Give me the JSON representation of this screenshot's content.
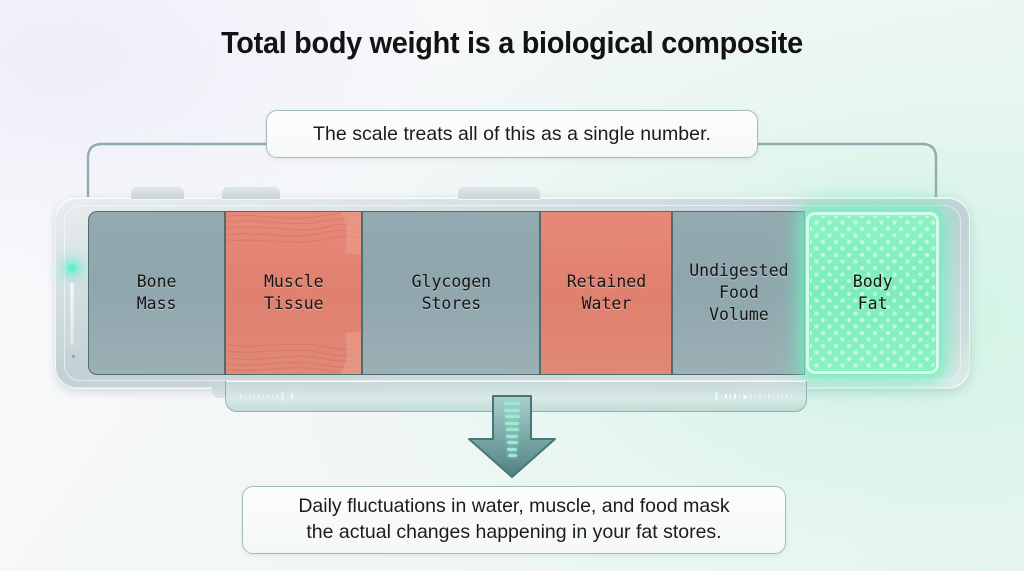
{
  "title": "Total body weight is a biological composite",
  "top_callout": {
    "text": "The scale treats all of this as a single number."
  },
  "bottom_callout": {
    "text": "Daily fluctuations in water, muscle, and food mask\nthe actual changes happening in your fat stores."
  },
  "colors": {
    "slate": "#8fa6ad",
    "salmon": "#e0806f",
    "mint": "#7ceebb",
    "outline": "#4f6d6d",
    "callout_border": "#9fbcbb",
    "title_text": "#131313",
    "device_frame": "#c3d1d5",
    "arrow_fill": "#6f9d9b",
    "led": "#5ff0d0"
  },
  "chart_data": {
    "type": "bar",
    "orientation": "horizontal-stacked",
    "title": "Total body weight is a biological composite",
    "categories": [
      "Bone Mass",
      "Muscle Tissue",
      "Glycogen Stores",
      "Retained Water",
      "Undigested Food Volume",
      "Body Fat"
    ],
    "values": [
      16.1,
      16.1,
      20.9,
      15.5,
      15.6,
      15.8
    ],
    "value_units": "percent of bar width",
    "colors": [
      "#8fa6ad",
      "#e0806f",
      "#8fa6ad",
      "#e0806f",
      "#8fa6ad",
      "#7ceebb"
    ],
    "highlighted": "Body Fat",
    "xlabel": "",
    "ylabel": "",
    "legend": "none",
    "grid": false
  },
  "segments": [
    {
      "label": "Bone\nMass",
      "style": "slate",
      "width_pct": 16.1,
      "name": "bone-mass"
    },
    {
      "label": "Muscle\nTissue",
      "style": "salmon",
      "width_pct": 16.1,
      "name": "muscle-tissue"
    },
    {
      "label": "Glycogen\nStores",
      "style": "slate",
      "width_pct": 20.9,
      "name": "glycogen-stores"
    },
    {
      "label": "Retained\nWater",
      "style": "salmon",
      "width_pct": 15.5,
      "name": "retained-water"
    },
    {
      "label": "Undigested\nFood\nVolume",
      "style": "slate",
      "width_pct": 15.6,
      "name": "undigested-food-volume"
    },
    {
      "label": "Body\nFat",
      "style": "fat",
      "width_pct": 15.8,
      "name": "body-fat"
    }
  ],
  "device": {
    "led_label": "power-indicator",
    "slider_label": "side-slider"
  }
}
